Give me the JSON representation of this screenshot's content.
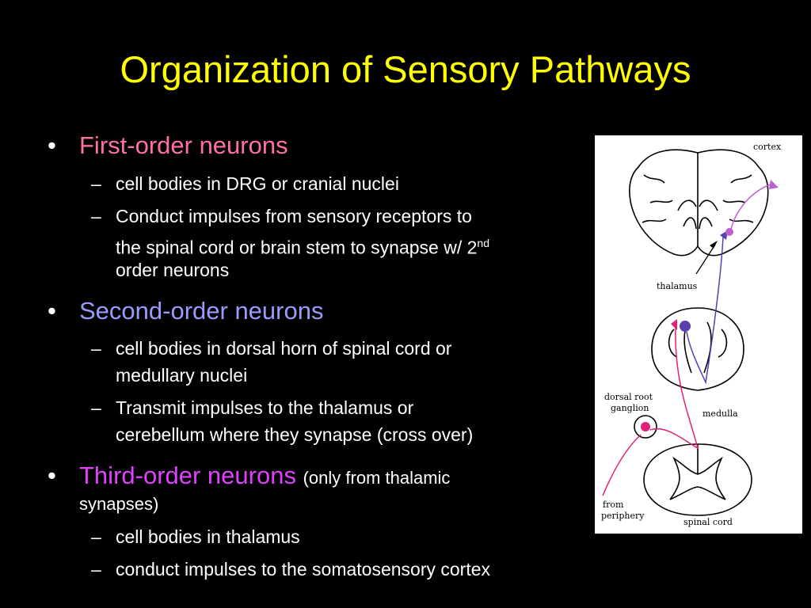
{
  "slide": {
    "title": "Organization of Sensory Pathways",
    "bullets": [
      {
        "heading": "First-order neurons",
        "color": "#ff6fa8",
        "items": [
          "cell bodies in DRG or cranial nuclei",
          "Conduct impulses from sensory receptors to",
          "the spinal cord or brain stem to synapse w/ 2",
          "nd",
          "order neurons"
        ]
      },
      {
        "heading": "Second-order neurons",
        "color": "#9b9bff",
        "items": [
          "cell bodies in dorsal horn of spinal cord or",
          "medullary nuclei",
          "Transmit impulses to the thalamus or",
          "cerebellum where they synapse (cross over)"
        ]
      },
      {
        "heading": "Third-order neurons",
        "note": "(only from thalamic",
        "note_cont": "synapses)",
        "color": "#e040ff",
        "items": [
          "cell bodies in thalamus",
          "conduct impulses to the somatosensory cortex"
        ]
      }
    ],
    "bullet_symbol": "•",
    "dash_symbol": "–"
  },
  "figure": {
    "labels": {
      "cortex": "cortex",
      "thalamus": "thalamus",
      "dorsal_root": "dorsal root",
      "ganglion": "ganglion",
      "medulla": "medulla",
      "from": "from",
      "periphery": "periphery",
      "spinal_cord": "spinal cord"
    },
    "colors": {
      "first_order": "#e0207a",
      "second_order": "#5a3fb0",
      "third_order": "#c060d0"
    }
  }
}
